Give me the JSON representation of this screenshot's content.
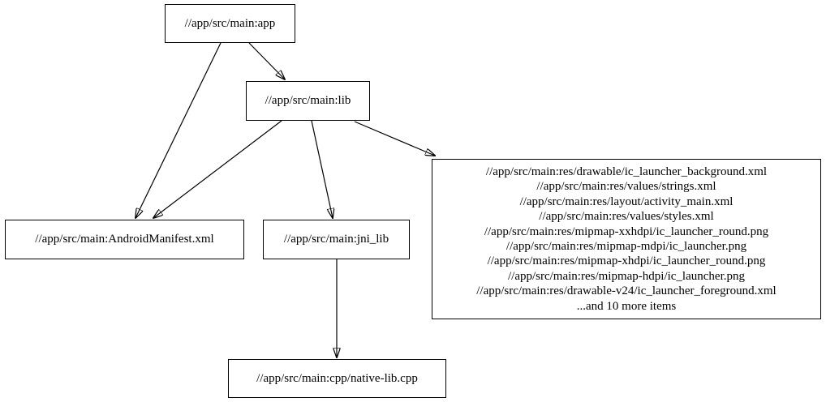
{
  "graph": {
    "nodes": {
      "app": {
        "label": "//app/src/main:app"
      },
      "lib": {
        "label": "//app/src/main:lib"
      },
      "android_manifest": {
        "label": "//app/src/main:AndroidManifest.xml"
      },
      "jni_lib": {
        "label": "//app/src/main:jni_lib"
      },
      "native_lib_cpp": {
        "label": "//app/src/main:cpp/native-lib.cpp"
      },
      "res_group": {
        "lines": [
          "//app/src/main:res/drawable/ic_launcher_background.xml",
          "//app/src/main:res/values/strings.xml",
          "//app/src/main:res/layout/activity_main.xml",
          "//app/src/main:res/values/styles.xml",
          "//app/src/main:res/mipmap-xxhdpi/ic_launcher_round.png",
          "//app/src/main:res/mipmap-mdpi/ic_launcher.png",
          "//app/src/main:res/mipmap-xhdpi/ic_launcher_round.png",
          "//app/src/main:res/mipmap-hdpi/ic_launcher.png",
          "//app/src/main:res/drawable-v24/ic_launcher_foreground.xml",
          "...and 10 more items"
        ]
      }
    },
    "edges": [
      {
        "from": "app",
        "to": "lib"
      },
      {
        "from": "app",
        "to": "android_manifest"
      },
      {
        "from": "lib",
        "to": "android_manifest"
      },
      {
        "from": "lib",
        "to": "jni_lib"
      },
      {
        "from": "lib",
        "to": "res_group"
      },
      {
        "from": "jni_lib",
        "to": "native_lib_cpp"
      }
    ],
    "colors": {
      "background": "#ffffff",
      "node_border": "#000000",
      "edge": "#000000",
      "text": "#000000"
    }
  }
}
